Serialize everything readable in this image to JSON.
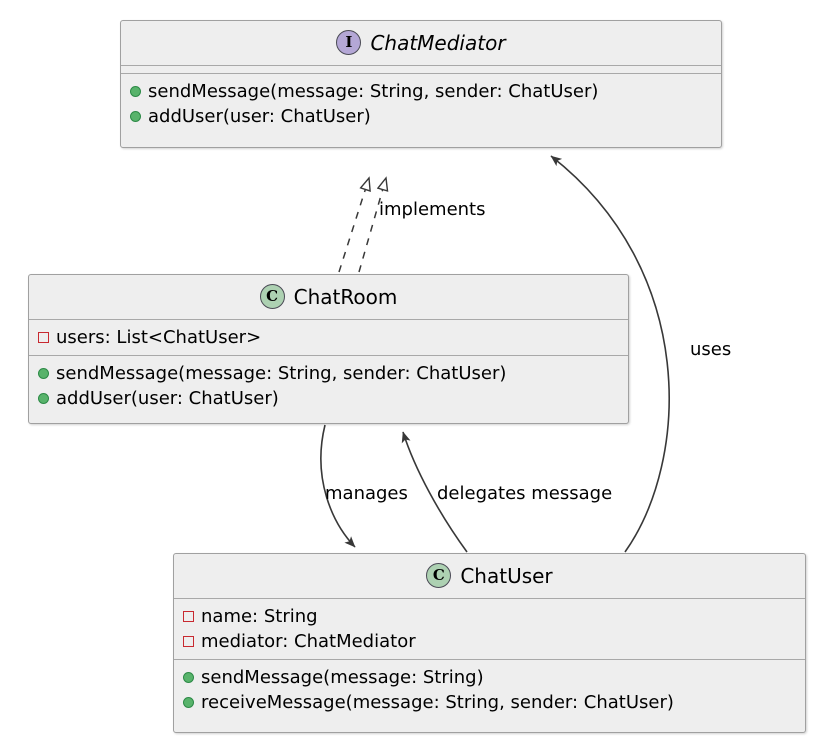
{
  "diagram": {
    "type": "uml-class-diagram",
    "background_color": "#FFFFFF",
    "box_fill": "#EEEEEE",
    "box_border": "#A0A0A0",
    "line_color": "#383838",
    "interface_icon_color": "#B4A7D6",
    "class_icon_color": "#ADD1B2",
    "private_marker_color": "#C82930",
    "public_marker_color": "#58B36B"
  },
  "classes": [
    {
      "id": "chatmediator",
      "name": "ChatMediator",
      "stereotype": "I",
      "stereotype_name": "interface",
      "abstract": true,
      "attributes": [],
      "methods": [
        {
          "visibility": "public",
          "text": "sendMessage(message: String, sender: ChatUser)"
        },
        {
          "visibility": "public",
          "text": "addUser(user: ChatUser)"
        }
      ]
    },
    {
      "id": "chatroom",
      "name": "ChatRoom",
      "stereotype": "C",
      "stereotype_name": "class",
      "abstract": false,
      "attributes": [
        {
          "visibility": "private",
          "text": "users: List<ChatUser>"
        }
      ],
      "methods": [
        {
          "visibility": "public",
          "text": "sendMessage(message: String, sender: ChatUser)"
        },
        {
          "visibility": "public",
          "text": "addUser(user: ChatUser)"
        }
      ]
    },
    {
      "id": "chatuser",
      "name": "ChatUser",
      "stereotype": "C",
      "stereotype_name": "class",
      "abstract": false,
      "attributes": [
        {
          "visibility": "private",
          "text": "name: String"
        },
        {
          "visibility": "private",
          "text": "mediator: ChatMediator"
        }
      ],
      "methods": [
        {
          "visibility": "public",
          "text": "sendMessage(message: String)"
        },
        {
          "visibility": "public",
          "text": "receiveMessage(message: String, sender: ChatUser)"
        }
      ]
    }
  ],
  "relationships": [
    {
      "id": "implements",
      "label": "implements",
      "from": "ChatRoom",
      "to": "ChatMediator",
      "style": "dashed",
      "arrowhead": "hollow-triangle"
    },
    {
      "id": "manages",
      "label": "manages",
      "from": "ChatRoom",
      "to": "ChatUser",
      "style": "solid",
      "arrowhead": "filled-arrow"
    },
    {
      "id": "delegates",
      "label": "delegates message",
      "from": "ChatUser",
      "to": "ChatRoom",
      "style": "solid",
      "arrowhead": "filled-arrow"
    },
    {
      "id": "uses",
      "label": "uses",
      "from": "ChatUser",
      "to": "ChatMediator",
      "style": "solid",
      "arrowhead": "filled-arrow"
    }
  ]
}
